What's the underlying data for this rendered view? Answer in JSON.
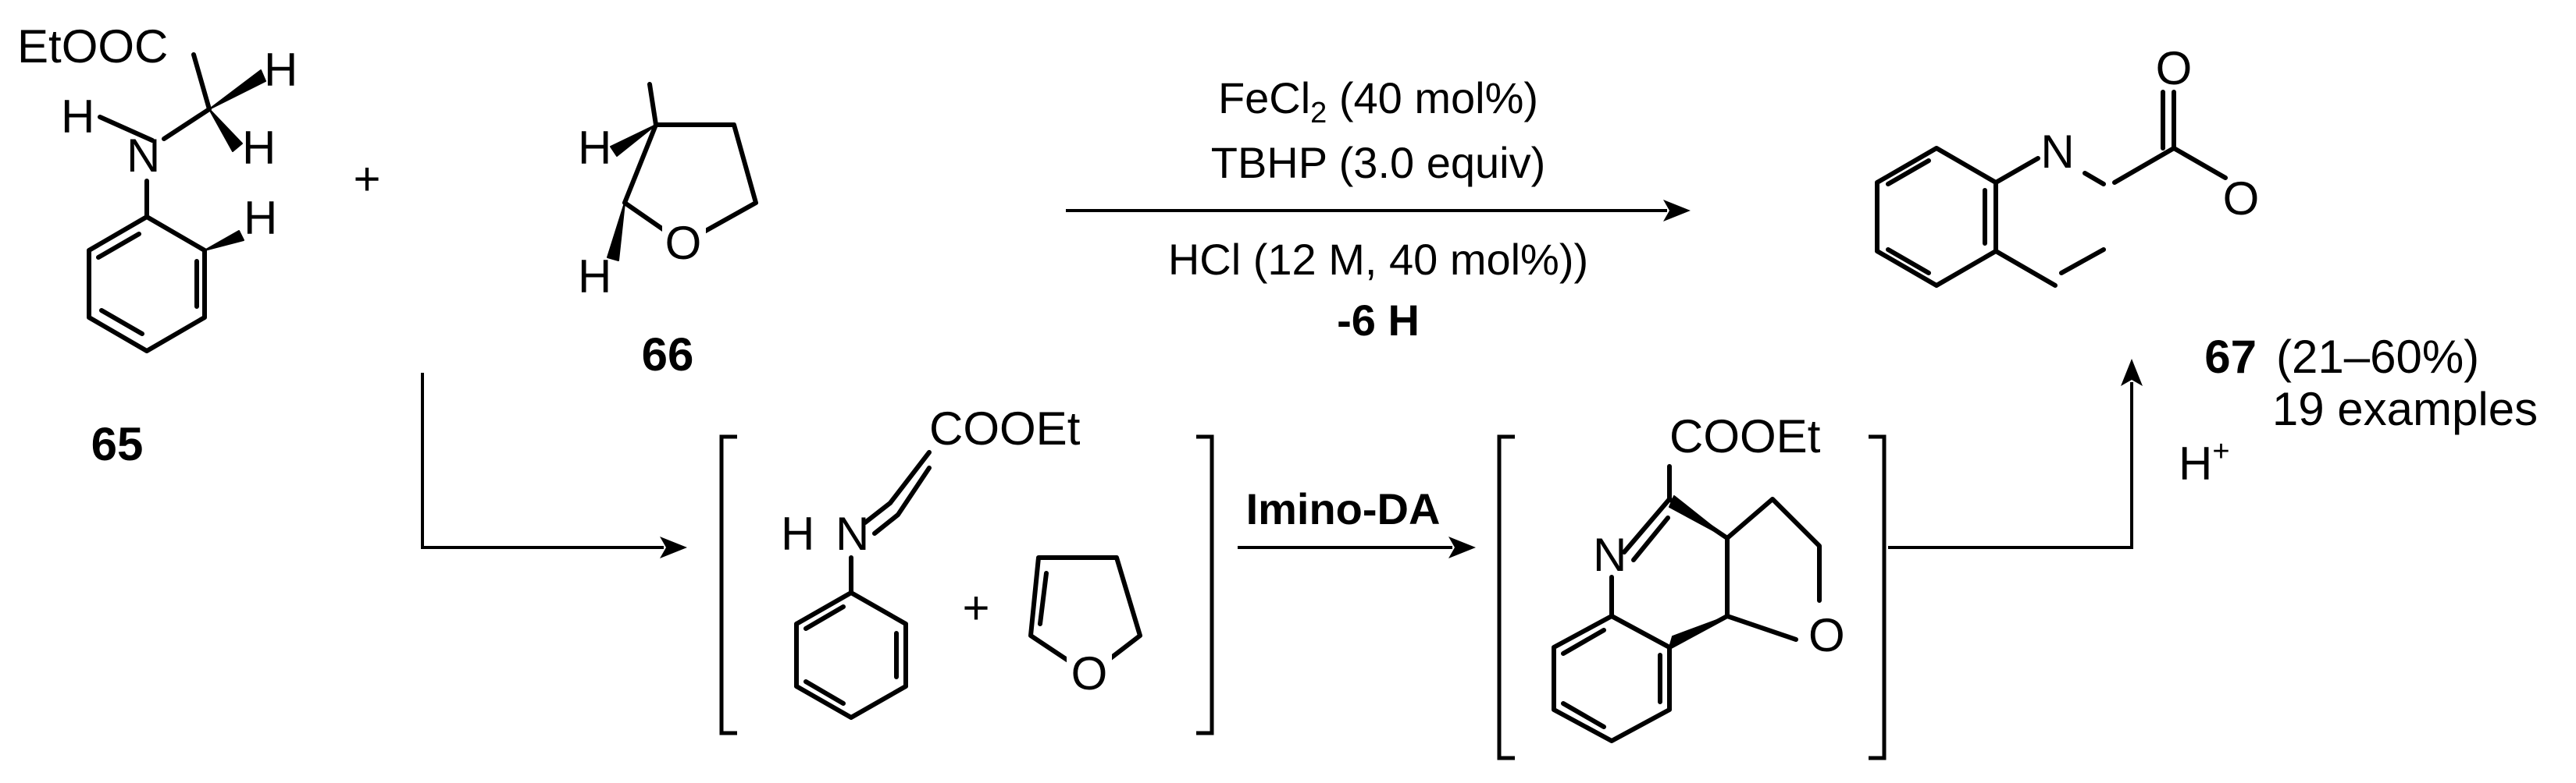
{
  "compounds": {
    "c65": {
      "label": "65",
      "ester": "EtOOC",
      "n": "N",
      "h": "H"
    },
    "c66": {
      "label": "66",
      "h": "H",
      "o": "O"
    },
    "c67": {
      "label": "67",
      "yield": "(21–60%)",
      "examples": "19 examples",
      "n": "N",
      "o": "O"
    }
  },
  "plus_sign": "+",
  "conditions": {
    "reagent1_main": "FeCl",
    "reagent1_sub": "2",
    "reagent1_rest": " (40 mol%)",
    "reagent2": "TBHP (3.0 equiv)",
    "reagent3": "HCl (12 M, 40 mol%))",
    "loss": "-6 H"
  },
  "intermediates": {
    "imine": {
      "group": "COOEt",
      "h": "H",
      "n": "N"
    },
    "dihydrofuran": {
      "o": "O"
    },
    "step_label": "Imino-DA",
    "adduct": {
      "group": "COOEt",
      "n": "N",
      "o": "O"
    }
  },
  "acid": {
    "h": "H",
    "charge": "+"
  }
}
